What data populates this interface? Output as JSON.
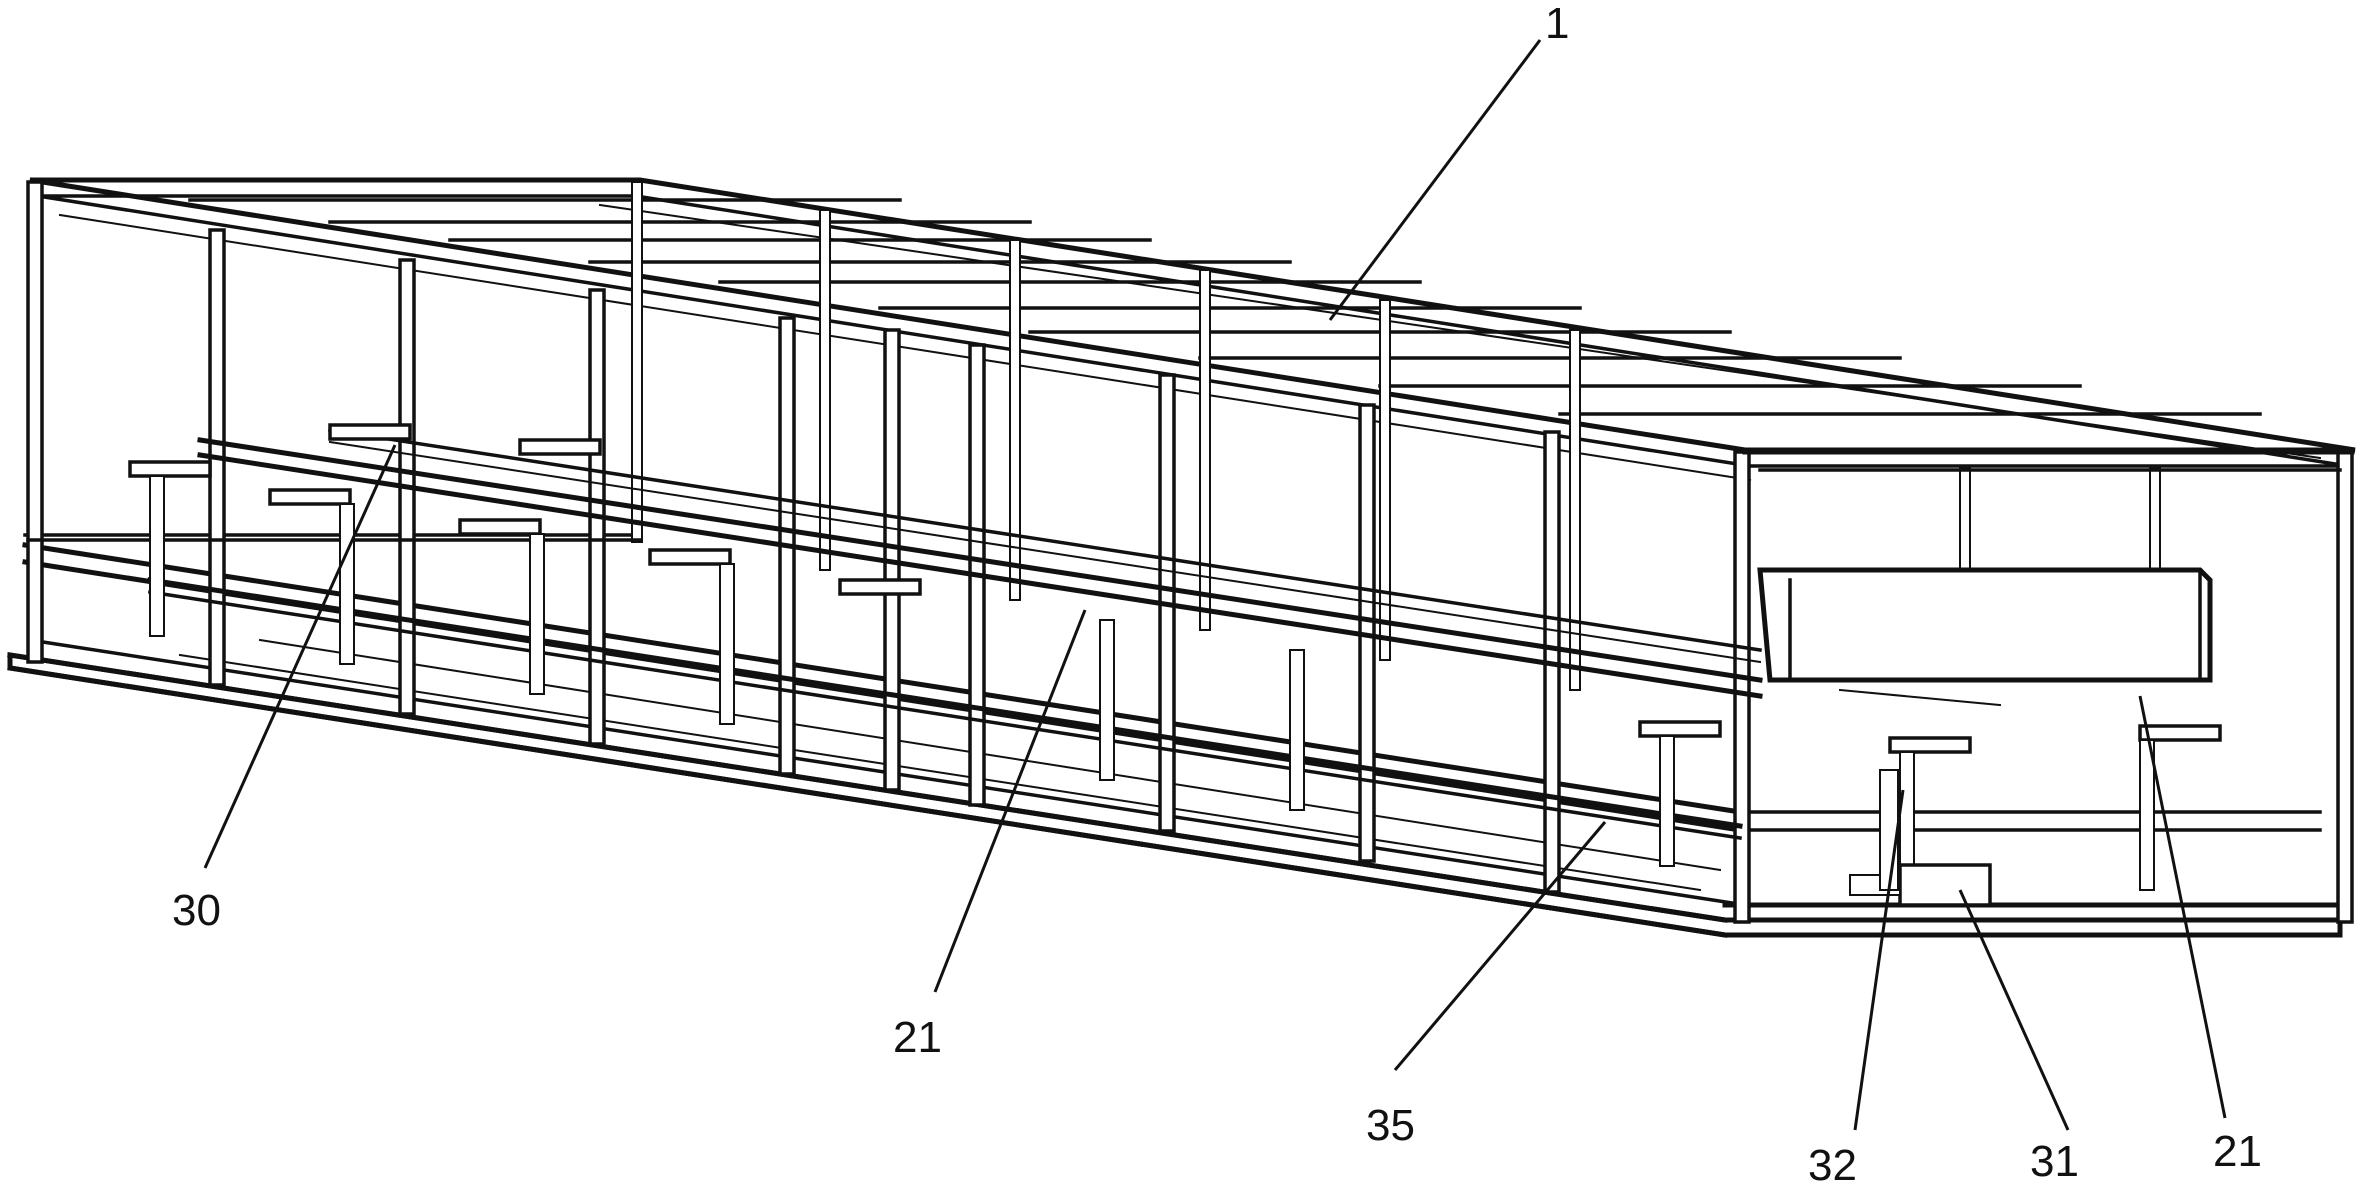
{
  "figure": {
    "colors": {
      "line": "#111111",
      "background": "#ffffff"
    },
    "reference_labels": [
      {
        "id": "ref-1",
        "text": "1"
      },
      {
        "id": "ref-30",
        "text": "30"
      },
      {
        "id": "ref-21a",
        "text": "21"
      },
      {
        "id": "ref-35",
        "text": "35"
      },
      {
        "id": "ref-32",
        "text": "32"
      },
      {
        "id": "ref-31",
        "text": "31"
      },
      {
        "id": "ref-21b",
        "text": "21"
      }
    ]
  }
}
